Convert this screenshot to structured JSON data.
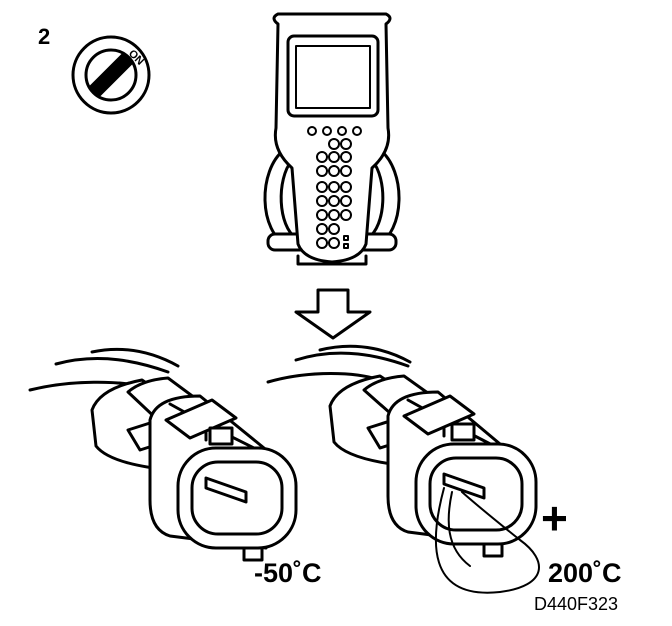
{
  "figure": {
    "step_number": "2",
    "ignition_label": "ON",
    "temp_low": "-50˚C",
    "plus_sign": "+",
    "temp_high": "200˚C",
    "figure_code": "D440F323"
  },
  "colors": {
    "ink": "#000000",
    "paper": "#ffffff"
  },
  "icons": [
    "ignition-key-icon",
    "scan-tool-icon",
    "down-arrow-icon",
    "connector-icon",
    "jumper-wire-icon"
  ]
}
